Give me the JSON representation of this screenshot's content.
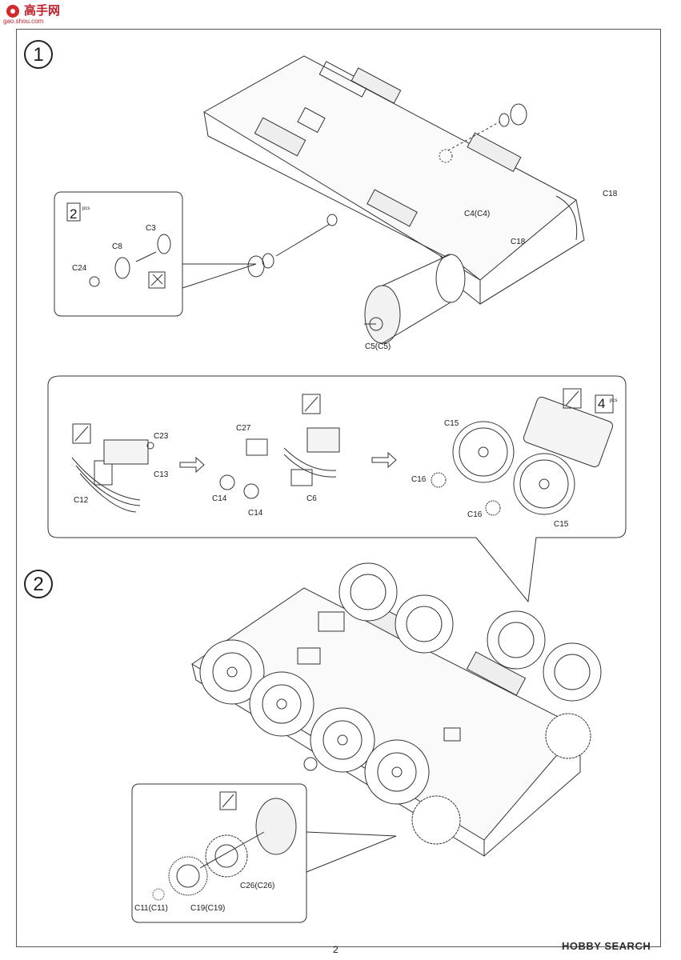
{
  "logo": {
    "text": "高手网",
    "sub": "gao.shou.com"
  },
  "steps": {
    "step1": "1",
    "step2": "2"
  },
  "qty": {
    "two": "2",
    "four": "4",
    "pcs": "pcs"
  },
  "parts": {
    "c3": "C3",
    "c8": "C8",
    "c24": "C24",
    "c4": "C4(C4)",
    "c18_top": "C18",
    "c18_mid": "C18",
    "c5": "C5(C5)",
    "c23": "C23",
    "c13": "C13",
    "c12": "C12",
    "c27": "C27",
    "c14_a": "C14",
    "c14_b": "C14",
    "c6": "C6",
    "c15_top": "C15",
    "c15_bottom": "C15",
    "c16_a": "C16",
    "c16_b": "C16",
    "c26": "C26(C26)",
    "c11": "C11(C11)",
    "c19": "C19(C19)"
  },
  "page_number": "2",
  "watermark": "HOBBY SEARCH"
}
